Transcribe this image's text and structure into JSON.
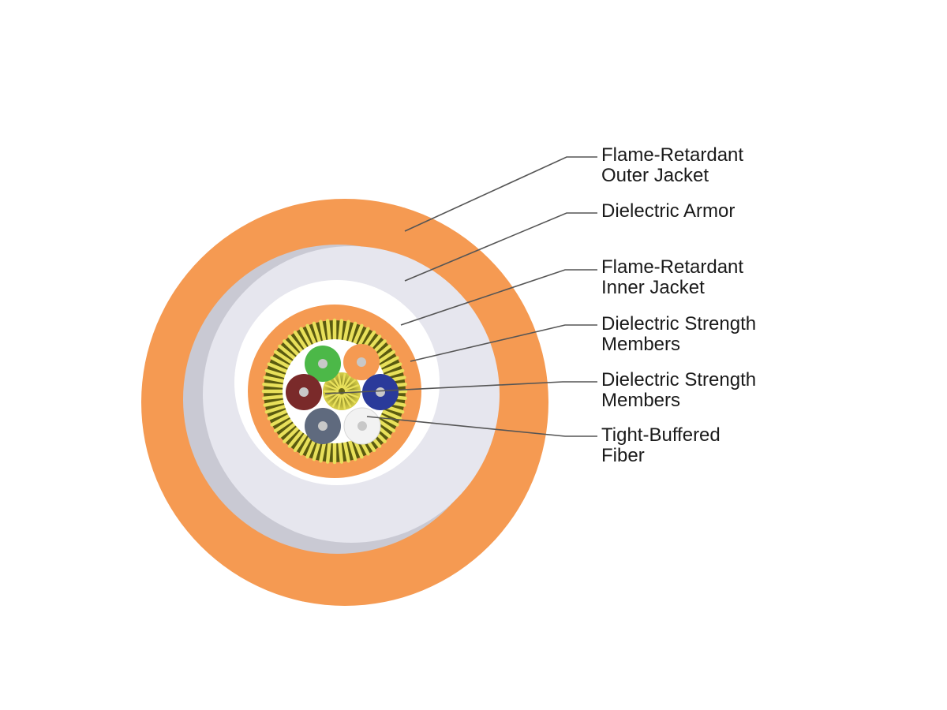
{
  "colors": {
    "outer_jacket": "#f59a52",
    "armor": "#e6e6ee",
    "armor_shadow": "#c9c9d3",
    "inner_jacket": "#f59a52",
    "gap": "#ffffff",
    "strength_yarn_dark": "#5a5a10",
    "strength_yarn_light": "#e8e05a",
    "fiber_green": "#4cb848",
    "fiber_orange": "#f59a52",
    "fiber_brown": "#7a2a2a",
    "fiber_blue": "#2a3a9a",
    "fiber_slate": "#5f6a7e",
    "fiber_white": "#f2f2f2",
    "fiber_core": "#c8c8c8",
    "leader_line": "#555555",
    "text": "#1a1a1a"
  },
  "labels": [
    {
      "id": "outer-jacket",
      "lines": [
        "Flame-Retardant",
        "Outer Jacket"
      ]
    },
    {
      "id": "dielectric-armor",
      "lines": [
        "Dielectric Armor"
      ]
    },
    {
      "id": "inner-jacket",
      "lines": [
        "Flame-Retardant",
        "Inner Jacket"
      ]
    },
    {
      "id": "strength-members-outer",
      "lines": [
        "Dielectric Strength",
        "Members"
      ]
    },
    {
      "id": "strength-members-central",
      "lines": [
        "Dielectric Strength",
        "Members"
      ]
    },
    {
      "id": "tight-buffered-fiber",
      "lines": [
        "Tight-Buffered",
        "Fiber"
      ]
    }
  ]
}
